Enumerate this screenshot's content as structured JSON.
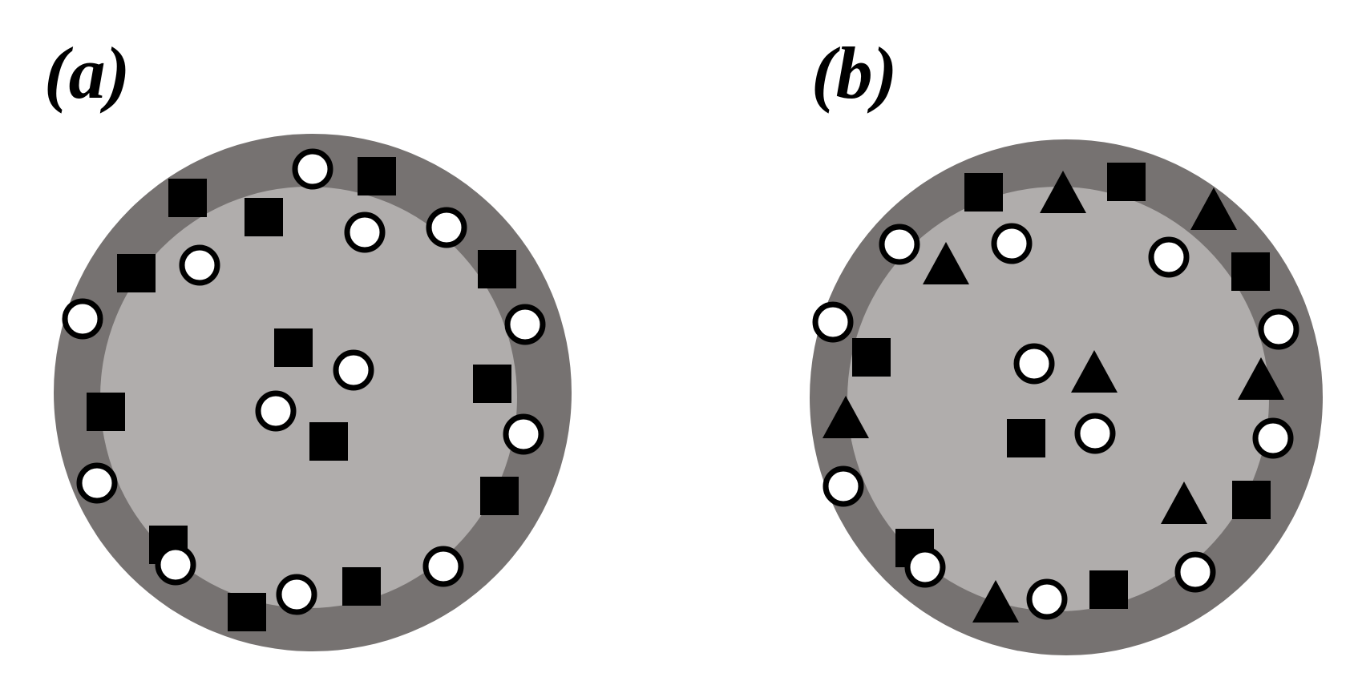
{
  "panels": [
    {
      "label": "(a)",
      "marker_types": [
        "circle",
        "square"
      ]
    },
    {
      "label": "(b)",
      "marker_types": [
        "circle",
        "square",
        "triangle"
      ]
    }
  ],
  "colors": {
    "outer_ring": "#767271",
    "inner_disk": "#b0adac",
    "square_fill": "#000000",
    "triangle_fill": "#000000",
    "circle_fill": "#ffffff",
    "circle_stroke": "#000000",
    "background": "#ffffff"
  }
}
